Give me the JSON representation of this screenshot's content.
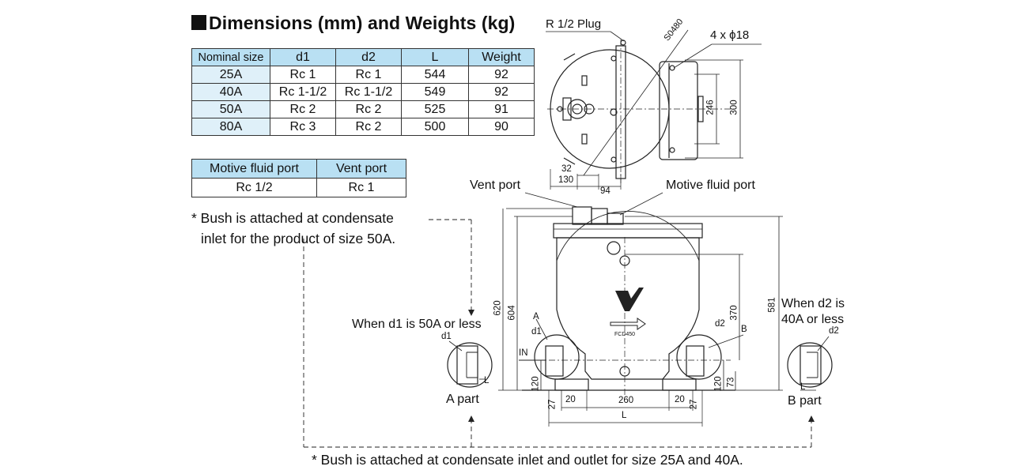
{
  "title": "Dimensions (mm) and Weights (kg)",
  "dims_table": {
    "headers": [
      "Nominal size",
      "d1",
      "d2",
      "L",
      "Weight"
    ],
    "rows": [
      [
        "25A",
        "Rc 1",
        "Rc 1",
        "544",
        "92"
      ],
      [
        "40A",
        "Rc 1-1/2",
        "Rc 1-1/2",
        "549",
        "92"
      ],
      [
        "50A",
        "Rc 2",
        "Rc 2",
        "525",
        "91"
      ],
      [
        "80A",
        "Rc 3",
        "Rc 2",
        "500",
        "90"
      ]
    ]
  },
  "ports_table": {
    "headers": [
      "Motive fluid port",
      "Vent port"
    ],
    "values": [
      "Rc 1/2",
      "Rc 1"
    ]
  },
  "notes": {
    "bush_50a_line1": "* Bush is attached at condensate",
    "bush_50a_line2": "inlet for the product of size 50A.",
    "bush_25a_40a": "* Bush is attached at condensate inlet and outlet for size 25A and 40A."
  },
  "labels": {
    "plug": "R 1/2 Plug",
    "pcd": "S0480",
    "holes": "4 x ϕ18",
    "vent_port": "Vent port",
    "motive_port": "Motive fluid port",
    "when_d1": "When d1 is 50A or less",
    "when_d2_line1": "When d2 is",
    "when_d2_line2": "40A or less",
    "a_part": "A part",
    "b_part": "B part",
    "in": "IN",
    "a": "A",
    "b": "B",
    "d1": "d1",
    "d2": "d2",
    "l": "L",
    "logo": "FCD450"
  },
  "dimensions": {
    "d32": "32",
    "d130": "130",
    "d94": "94",
    "d246": "246",
    "d300": "300",
    "d620": "620",
    "d604": "604",
    "d581": "581",
    "d370": "370",
    "d120a": "120",
    "d120b": "120",
    "d73": "73",
    "d27a": "27",
    "d20a": "20",
    "d260": "260",
    "d20b": "20",
    "d27b": "27",
    "dl": "L"
  }
}
